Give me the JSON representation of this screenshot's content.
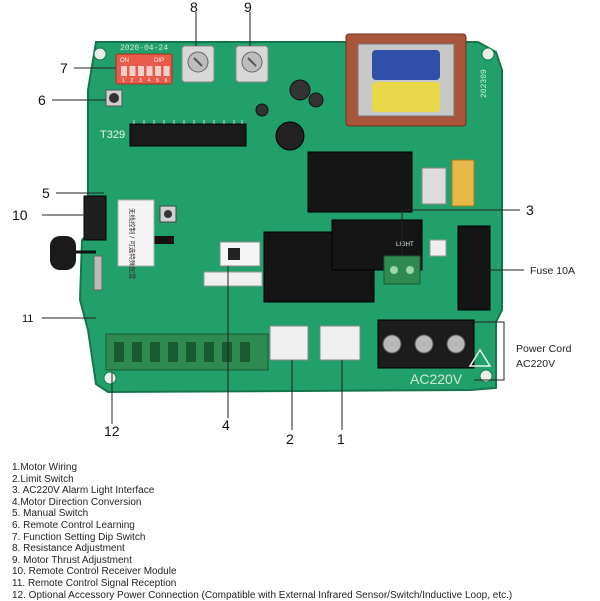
{
  "diagram": {
    "board": {
      "model": "T329",
      "date_print": "2020-04-24",
      "serial_print": "202309",
      "voltage_print": "AC220V",
      "dip_on": "ON",
      "dip_label": "DIP",
      "dip_numbers": [
        "1",
        "2",
        "3",
        "4",
        "5",
        "6"
      ],
      "light_print": "LIGHT",
      "chinese_print": "无线控制 / 可选特殊配置"
    },
    "callouts": [
      "1",
      "2",
      "3",
      "4",
      "5",
      "6",
      "7",
      "8",
      "9",
      "10",
      "11",
      "12"
    ],
    "side_labels": {
      "fuse": "Fuse 10A",
      "power_cord": "Power Cord",
      "power_voltage": "AC220V"
    },
    "legend": [
      "1.Motor Wiring",
      "2.Limit Switch",
      "3. AC220V Alarm Light Interface",
      "4.Motor Direction Conversion",
      "5. Manual Switch",
      "6. Remote Control Learning",
      "7. Function Setting Dip Switch",
      "8. Resistance Adjustment",
      "9. Motor Thrust Adjustment",
      "10. Remote Control Receiver Module",
      "11. Remote Control Signal Reception",
      "12. Optional Accessory Power Connection (Compatible with External Infrared Sensor/Switch/Inductive Loop, etc.)"
    ]
  }
}
